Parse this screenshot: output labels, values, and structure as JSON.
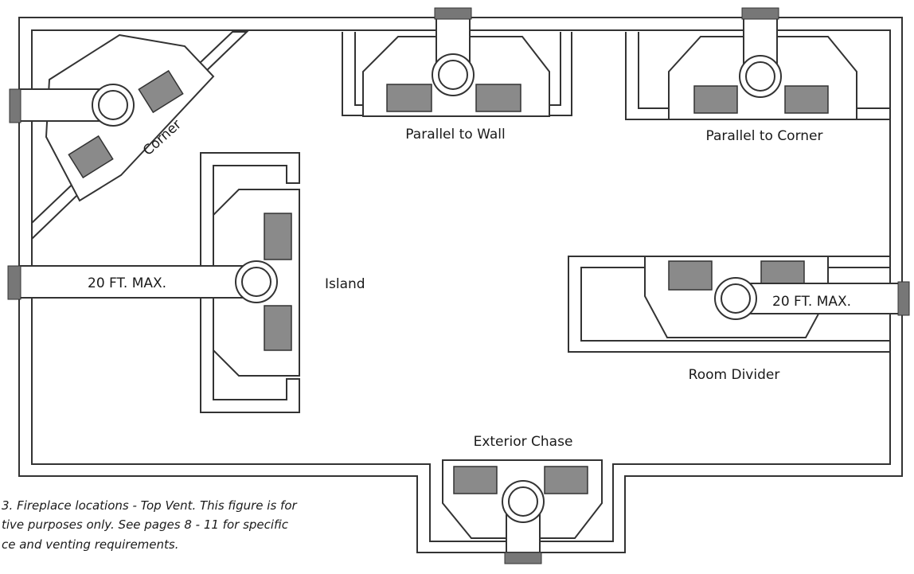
{
  "labels": {
    "corner": "Corner",
    "parallel_wall": "Parallel to Wall",
    "parallel_corner": "Parallel to Corner",
    "island": "Island",
    "room_divider": "Room Divider",
    "exterior_chase": "Exterior Chase",
    "island_max": "20 FT. MAX.",
    "divider_max": "20 FT. MAX."
  },
  "caption": {
    "line1": "3.  Fireplace locations - Top Vent. This figure is for",
    "line2": "tive purposes only. See pages 8 - 11  for specific",
    "line3": "ce and venting requirements."
  },
  "colors": {
    "line": "#333333",
    "shade": "#8a8a8a"
  }
}
